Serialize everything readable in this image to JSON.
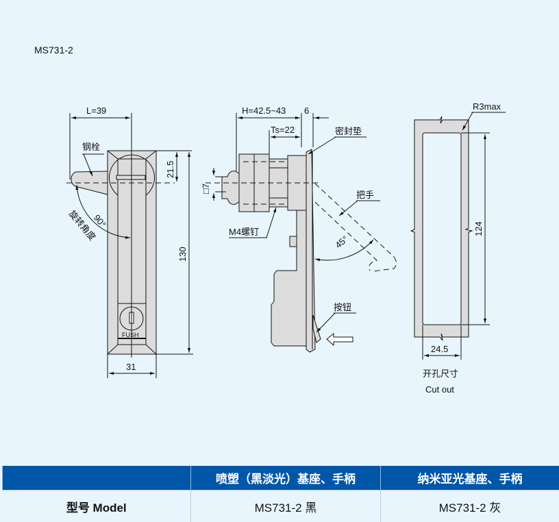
{
  "model_title": "MS731-2",
  "front_view": {
    "dim_length": "L=39",
    "dim_top": "21.5",
    "dim_height": "130",
    "dim_width": "31",
    "angle": "90°",
    "label_bolt": "钢栓",
    "label_rotation": "旋转角度",
    "button_text": "FUSH"
  },
  "side_view": {
    "dim_h": "H=42.5~43",
    "dim_6": "6",
    "dim_ts": "Ts=22",
    "dim_square": "□7",
    "angle": "45°",
    "label_gasket": "密封垫",
    "label_handle": "把手",
    "label_screw": "M4螺钉",
    "label_button": "按钮"
  },
  "cutout_view": {
    "radius": "R3max",
    "dim_height": "124",
    "dim_width": "24.5",
    "caption_cn": "开孔尺寸",
    "caption_en": "Cut out"
  },
  "table": {
    "headers": [
      "",
      "喷塑（黑淡光）基座、手柄",
      "纳米亚光基座、手柄"
    ],
    "rows": [
      {
        "label": "型号 Model",
        "values": [
          "MS731-2 黑",
          "MS731-2 灰"
        ]
      }
    ]
  },
  "colors": {
    "header_bg": "#0057a8",
    "page_bg": "#e8f5fd",
    "part_fill": "#dcdcdc"
  }
}
